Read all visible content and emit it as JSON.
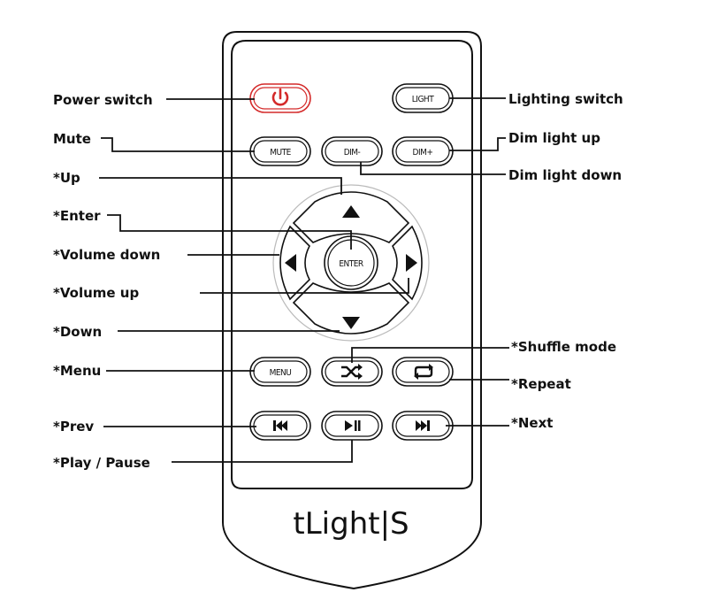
{
  "colors": {
    "power": "#d42a2a",
    "ink": "#111111",
    "background": "#ffffff"
  },
  "remote": {
    "brand": "tLight|S",
    "buttons": {
      "power": {
        "icon": "power-icon"
      },
      "light": {
        "label": "LIGHT"
      },
      "mute": {
        "label": "MUTE"
      },
      "dim_minus": {
        "label": "DIM-"
      },
      "dim_plus": {
        "label": "DIM+"
      },
      "enter": {
        "label": "ENTER"
      },
      "up": {
        "icon": "triangle-up-icon"
      },
      "down": {
        "icon": "triangle-down-icon"
      },
      "left": {
        "icon": "triangle-left-icon"
      },
      "right": {
        "icon": "triangle-right-icon"
      },
      "menu": {
        "label": "MENU"
      },
      "shuffle": {
        "icon": "shuffle-icon"
      },
      "repeat": {
        "icon": "repeat-icon"
      },
      "prev": {
        "icon": "skip-previous-icon"
      },
      "play_pause": {
        "icon": "play-pause-icon"
      },
      "next": {
        "icon": "skip-next-icon"
      }
    }
  },
  "callouts": {
    "left": [
      "Power switch",
      "Mute",
      "*Up",
      "*Enter",
      "*Volume down",
      "*Volume up",
      "*Down",
      "*Menu",
      "*Prev",
      "*Play / Pause"
    ],
    "right": [
      "Lighting switch",
      "Dim light up",
      "Dim light down",
      "*Shuffle mode",
      "*Repeat",
      "*Next"
    ]
  }
}
